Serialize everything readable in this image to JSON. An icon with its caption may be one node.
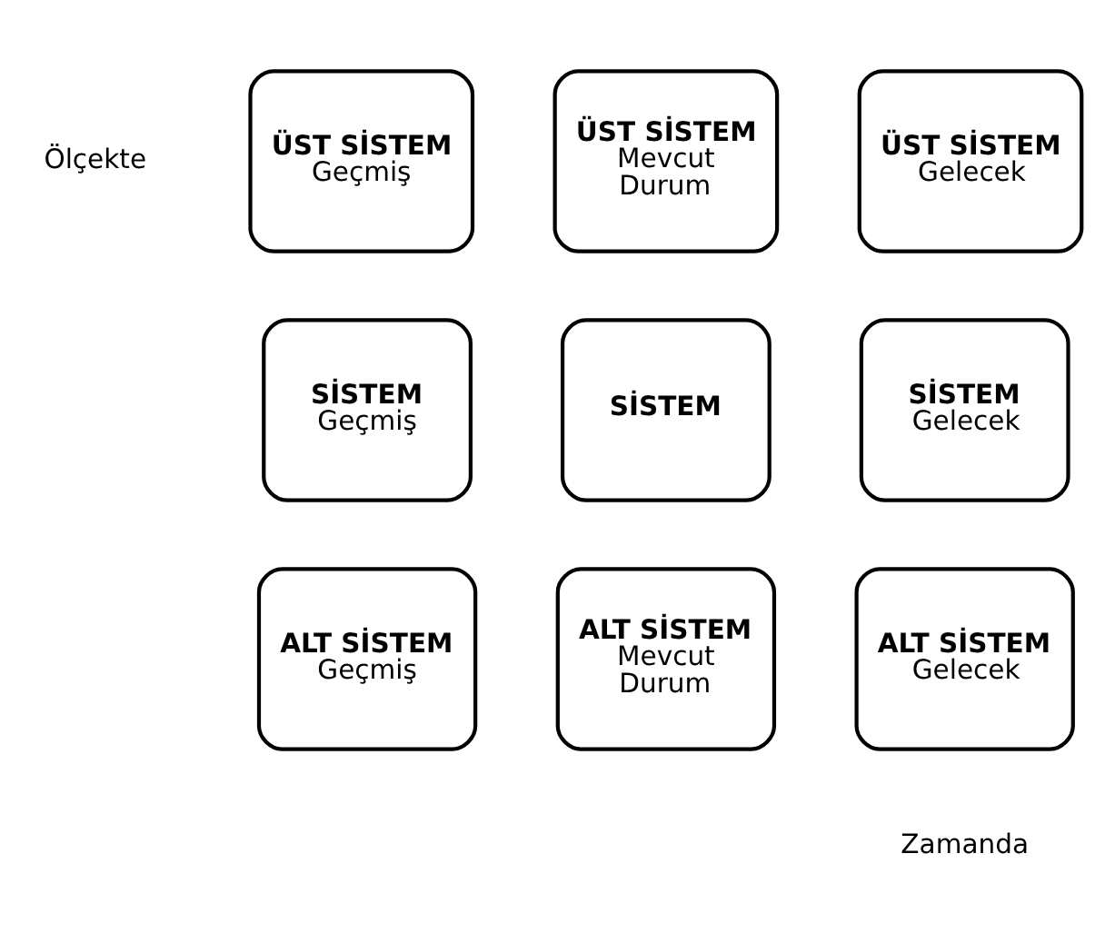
{
  "diagram": {
    "nodes": [
      {
        "text": [
          "ÜST SİSTEM",
          "Geçmiş"
        ]
      },
      {
        "text": [
          "ÜST SİSTEM",
          "Mevcut Durum"
        ]
      },
      {
        "text": [
          "ÜST SİSTEM",
          "Gelecek"
        ]
      },
      {
        "text": [
          "SİSTEM",
          "Geçmiş"
        ]
      },
      {
        "text": [
          "SİSTEM"
        ]
      },
      {
        "text": [
          "SİSTEM",
          "Gelecek"
        ]
      },
      {
        "text": [
          "ALT SİSTEM",
          "Geçmiş"
        ]
      },
      {
        "text": [
          "ALT SİSTEM",
          "Mevcut Durum"
        ]
      },
      {
        "text": [
          "ALT SİSTEM",
          "Gelecek"
        ]
      }
    ],
    "edges": [],
    "labels": [
      "Ölçekte",
      "Zamanda"
    ]
  }
}
